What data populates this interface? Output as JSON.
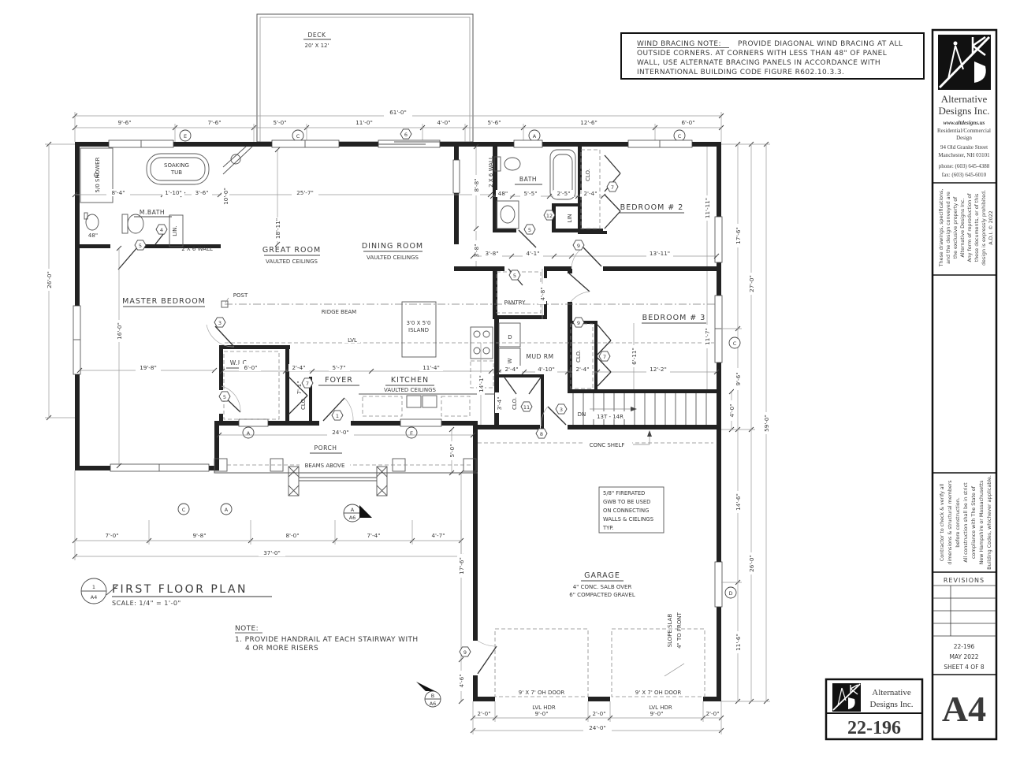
{
  "wind_note": {
    "title": "WIND BRACING NOTE:",
    "line1_rest": "PROVIDE DIAGONAL WIND BRACING AT ALL",
    "line2": "OUTSIDE CORNERS.  AT  CORNERS WITH LESS THAN 48\" OF PANEL",
    "line3": "WALL, USE ALTERNATE BRACING PANELS IN ACCORDANCE WITH",
    "line4": "INTERNATIONAL BUILDING CODE FIGURE R602.10.3.3."
  },
  "title_block": {
    "company_line1": "Alternative",
    "company_line2": "Designs Inc.",
    "website": "www.altdesigns.us",
    "service1": "Residential/Commercial",
    "service2": "Design",
    "address1": "94 Old Granite Street",
    "address2": "Manchester, NH 03101",
    "phone": "phone:  (603) 645-4388",
    "fax": "fax:  (603) 645-6010",
    "copyright": [
      "These drawings, specifications,",
      "and the design conveyed are",
      "the exclusive property of",
      "Alternative Designs Inc.",
      "Any form of reproduction of",
      "these documents, or of this",
      "design is expressly prohibited.",
      "A.D.I. © 2022"
    ],
    "contractor": [
      "Contractor to check & verify all",
      "dimensions & structural members",
      "before construction.",
      "All construction shall be in strict",
      "compliance with The State of",
      "New Hampshire or Massachusetts",
      "Building Codes, whichever applicable."
    ],
    "revisions_label": "REVISIONS",
    "job_number": "22-196",
    "date": "MAY 2022",
    "sheet": "SHEET 4 OF 8",
    "page_id": "A4"
  },
  "footer_block": {
    "company_line1": "Alternative",
    "company_line2": "Designs Inc.",
    "job_number": "22-196"
  },
  "plan_title": {
    "bubble_number": "1",
    "bubble_sheet": "A4",
    "title": "FIRST FLOOR PLAN",
    "scale": "SCALE:  1/4\" = 1'-0\""
  },
  "handrail_note": {
    "title": "NOTE:",
    "line1": "1. PROVIDE HANDRAIL AT EACH STAIRWAY WITH",
    "line2": "4 OR MORE RISERS"
  },
  "gwb_note": [
    "5/8\" FIRERATED",
    "GWB TO BE USED",
    "ON CONNECTING",
    "WALLS & CIELINGS",
    "TYP."
  ],
  "rooms": {
    "deck": "DECK",
    "deck_size": "20' X 12'",
    "mbath": "M.BATH",
    "master": "MASTER BEDROOM",
    "wic": "W.I.C.",
    "foyer": "FOYER",
    "kitchen": "KITCHEN",
    "great": "GREAT ROOM",
    "dining": "DINING ROOM",
    "bath": "BATH",
    "bed2": "BEDROOM # 2",
    "bed3": "BEDROOM # 3",
    "pantry": "PANTRY",
    "mud": "MUD RM",
    "porch": "PORCH",
    "garage": "GARAGE",
    "vaulted": "VAULTED CEILINGS"
  },
  "fixtures": {
    "soaking1": "SOAKING",
    "soaking2": "TUB",
    "shower": "5/0 SHOWER",
    "lin": "LIN.",
    "lin2": "LIN",
    "clo": "CLO.",
    "wall26": "2 X 6 WALL",
    "post": "POST",
    "ridge": "RIDGE BEAM",
    "lvl": "LVL",
    "island1": "3'0 X 5'0",
    "island2": "ISLAND",
    "dryer": "D",
    "washer": "W",
    "dn": "DN",
    "stair_count": "13T - 14R",
    "conc_shelf": "CONC SHELF",
    "beams": "BEAMS ABOVE",
    "slab1": "4\" CONC. SALB OVER",
    "slab2": "6\" COMPACTED GRAVEL",
    "slope1": "SLOPE SLAB",
    "slope2": "4\" TO FRONT",
    "oh_door": "9' X 7' OH DOOR",
    "lvl_hdr": "LVL HDR"
  },
  "dims": {
    "top_total": "61'-0\"",
    "t1": "9'-6\"",
    "t2": "7'-6\"",
    "t3": "5'-0\"",
    "t4": "11'-0\"",
    "t5": "4'-0\"",
    "t6": "5'-6\"",
    "t7": "12'-6\"",
    "t8": "6'-0\"",
    "left_total": "26'-0\"",
    "mb1": "8'-4\"",
    "mb2": "1'-10\"",
    "mb3": "3'-6\"",
    "mb4": "25'-7\"",
    "mb5": "10'-0\"",
    "mb6": "48\"",
    "master_w": "19'-8\"",
    "master_h": "16'-0\"",
    "great_h": "18'-11\"",
    "wic": "6'-0\"",
    "foyer_clo": "2'-4\"",
    "foyer_clo_h": "7'-1\"",
    "foyer": "5'-7\"",
    "kitchen": "11'-4\"",
    "kitchen_h": "14'-1\"",
    "main_total": "24'-0\"",
    "bath1": "48\"",
    "bath2": "5'-5\"",
    "bath3": "2'-5\"",
    "bath4": "2'-4\"",
    "hall_h": "8'-8\"",
    "hall_h2": "3'-8\"",
    "h1": "3'-8\"",
    "h2": "4'-1\"",
    "bed2_w": "13'-11\"",
    "bed2_h": "11'-11\"",
    "bed2_clo": "2'-4\"",
    "pantry_h": "4'-8\"",
    "bed3_e": "4'-8\"",
    "mud1": "2'-4\"",
    "mud2": "4'-10\"",
    "mud3": "2'-4\"",
    "bed3_w": "12'-2\"",
    "bed3_h1": "6'-11\"",
    "bed3_h2": "11'-7\"",
    "mud_clo": "3'-4\"",
    "stair_w": "4'-0\"",
    "r1": "17'-6\"",
    "r2": "9'-6\"",
    "r3": "27'-0\"",
    "r4": "59'-0\"",
    "r5": "14'-6\"",
    "r6": "26'-0\"",
    "r7": "11'-6\"",
    "b1": "7'-0\"",
    "b2": "9'-8\"",
    "b3": "8'-0\"",
    "b4": "7'-4\"",
    "b5": "4'-7\"",
    "bottom_total": "37'-0\"",
    "porch_d": "5'-0\"",
    "pl1": "17'-6\"",
    "pl2": "4'-6\"",
    "g1": "2'-0\"",
    "g2": "9'-0\"",
    "g3": "2'-0\"",
    "g4": "9'-0\"",
    "g5": "2'-0\"",
    "garage_total": "24'-0\""
  },
  "markers": {
    "mA": "A",
    "mC": "C",
    "mD": "D",
    "mE": "E",
    "h1": "1",
    "h3": "3",
    "h4": "4",
    "h5": "5",
    "h6": "6",
    "h7": "7",
    "h8": "8",
    "h9": "9",
    "h11": "11",
    "h12": "12",
    "sec_top": "A",
    "sec_bot": "A6",
    "sec2_top": "B",
    "sec2_bot": "A6"
  }
}
